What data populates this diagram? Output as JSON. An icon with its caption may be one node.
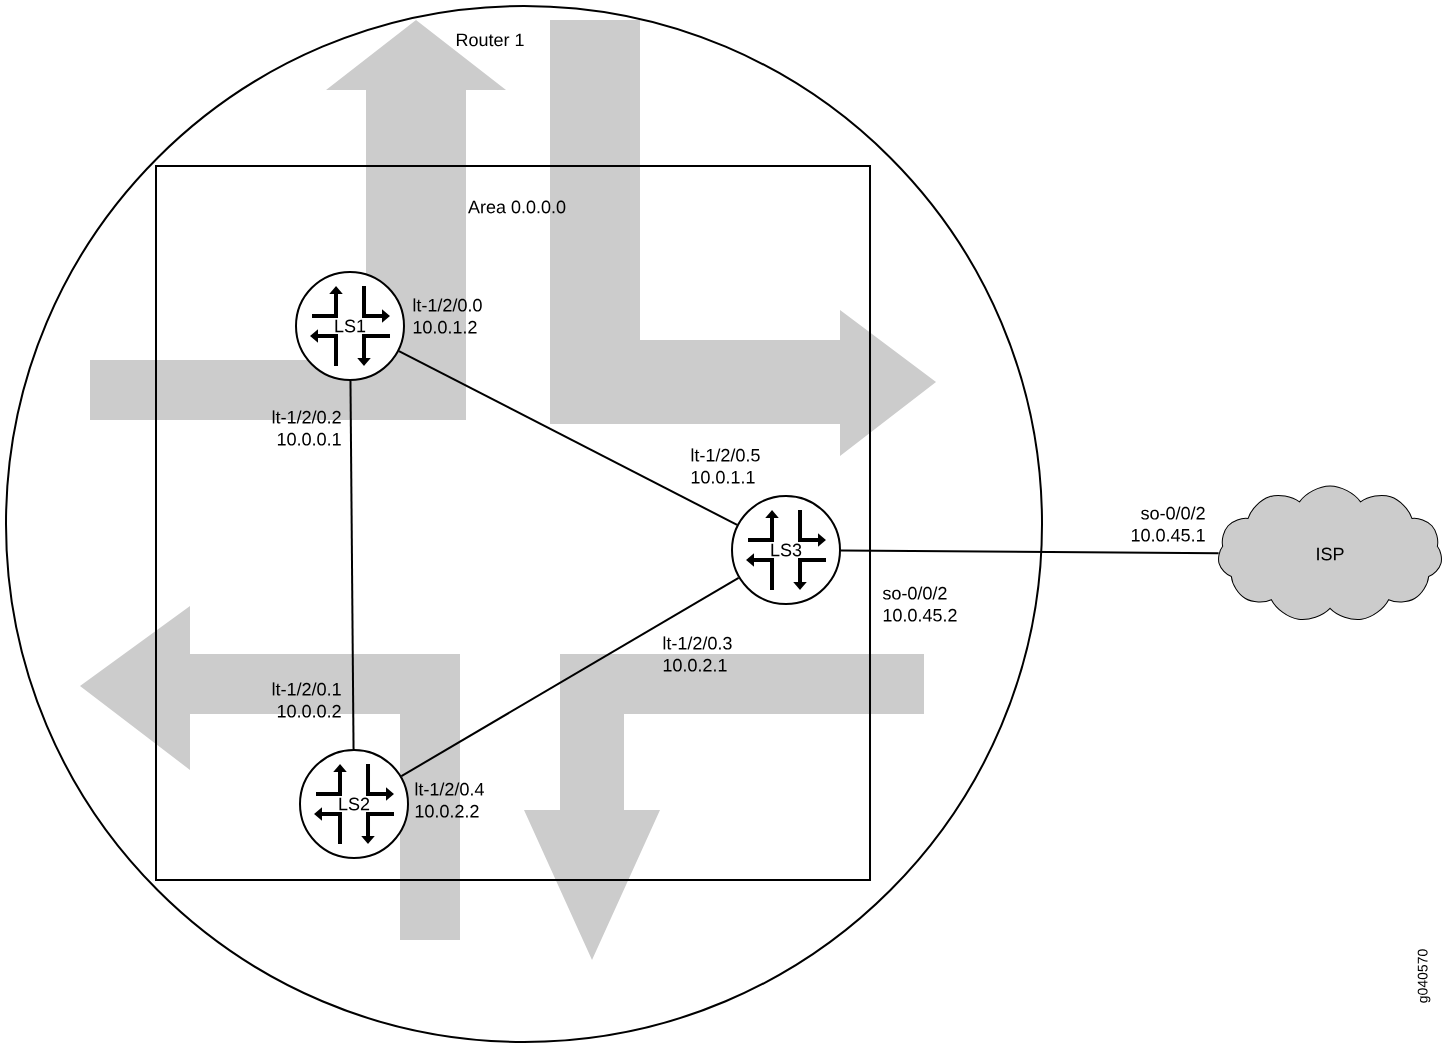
{
  "diagram": {
    "nodes": [
      {
        "text": [
          "Router 1"
        ]
      },
      {
        "text": [
          "Area 0.0.0.0"
        ],
        "in": 0
      },
      {
        "text": [
          "LS1"
        ],
        "in": 1,
        "beside": [
          "lt-1/2/0.0 10.0.1.2",
          "lt-1/2/0.2 10.0.0.1"
        ]
      },
      {
        "text": [
          "LS3"
        ],
        "in": 1,
        "beside": [
          "lt-1/2/0.5 10.0.1.1",
          "so-0/0/2 10.0.45.2",
          "lt-1/2/0.3 10.0.2.1"
        ]
      },
      {
        "text": [
          "LS2"
        ],
        "in": 1,
        "beside": [
          "lt-1/2/0.1 10.0.0.2",
          "lt-1/2/0.4 10.0.2.2"
        ]
      },
      {
        "text": [
          "ISP"
        ],
        "beside": [
          "so-0/0/2 10.0.45.1"
        ]
      }
    ],
    "edges": [
      {
        "from": 2,
        "to": 3,
        "arrow": "none"
      },
      {
        "from": 2,
        "to": 4,
        "arrow": "none"
      },
      {
        "from": 4,
        "to": 3,
        "arrow": "none"
      },
      {
        "from": 3,
        "to": 5,
        "arrow": "none"
      }
    ],
    "labels": [
      "g040570"
    ]
  }
}
